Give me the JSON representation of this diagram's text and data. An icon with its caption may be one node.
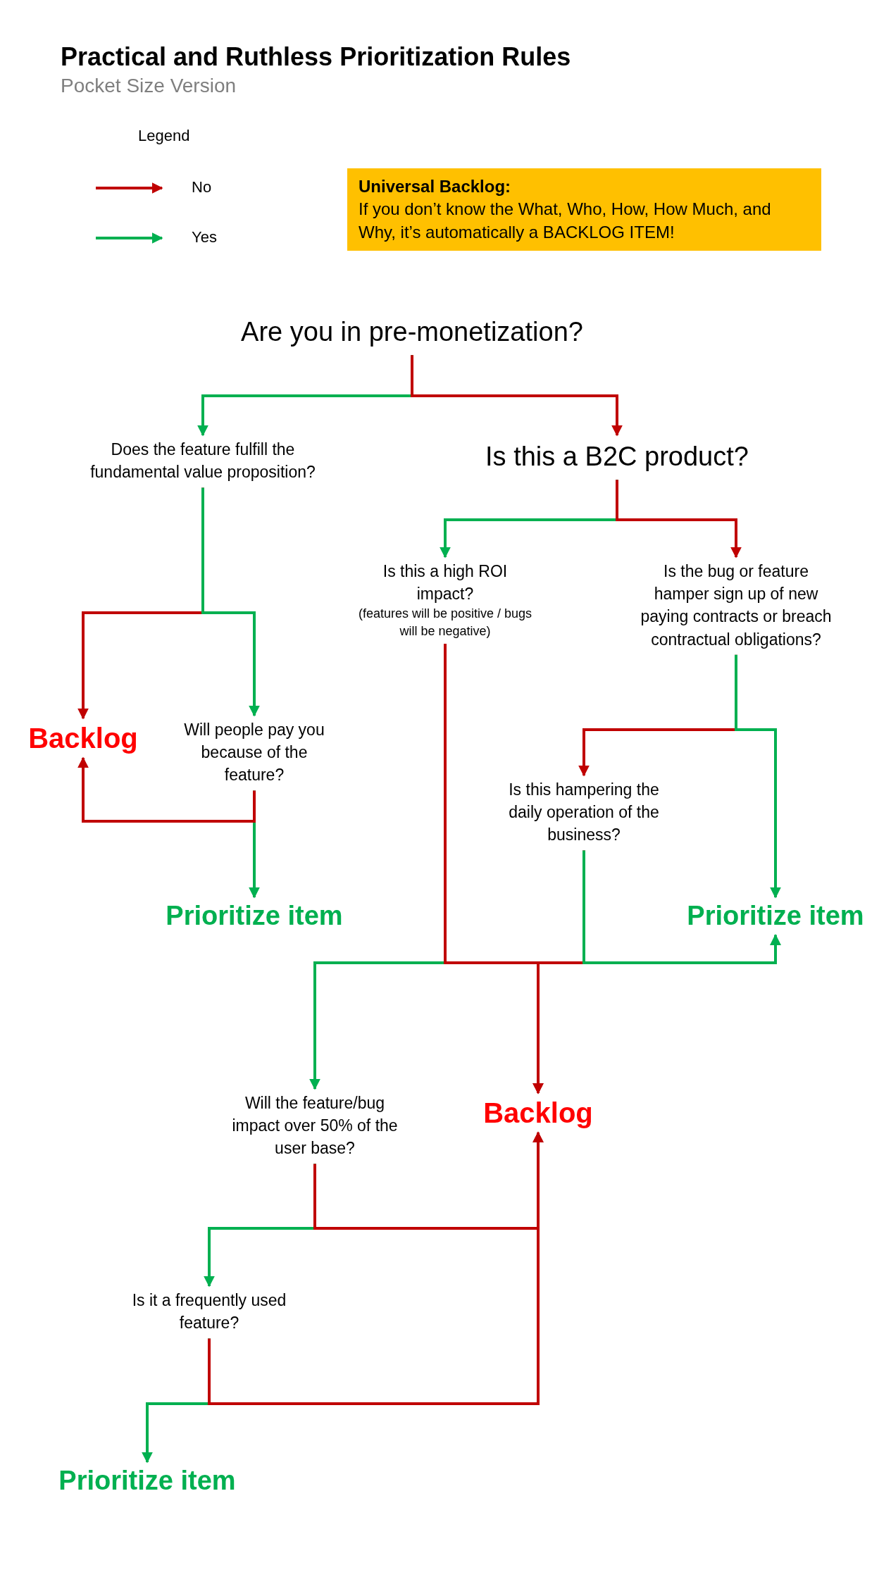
{
  "diagram": {
    "title": "Practical and Ruthless Prioritization Rules",
    "nodes": [
      {
        "text": [
          "Universal Backlog:",
          "If you don’t know the What, Who, How, How Much, and Why, it’s automatically a BACKLOG ITEM!"
        ]
      },
      {
        "text": [
          "Are you in pre-monetization?"
        ]
      },
      {
        "text": [
          "Does the feature fulfill the fundamental value proposition?"
        ]
      },
      {
        "text": [
          "Is this a B2C product?"
        ]
      },
      {
        "text": [
          "Is this a high ROI impact?",
          "(features will be positive / bugs will be negative)"
        ]
      },
      {
        "text": [
          "Is the bug or feature hamper sign up of new paying contracts or breach contractual obligations?"
        ]
      },
      {
        "text": [
          "Backlog"
        ]
      },
      {
        "text": [
          "Will people pay you because of the feature?"
        ]
      },
      {
        "text": [
          "Is this hampering the daily operation of the business?"
        ]
      },
      {
        "text": [
          "Prioritize item"
        ]
      },
      {
        "text": [
          "Prioritize item"
        ]
      },
      {
        "text": [
          "Will the feature/bug impact over 50% of the user base?"
        ]
      },
      {
        "text": [
          "Backlog"
        ]
      },
      {
        "text": [
          "Is it a frequently used feature?"
        ]
      },
      {
        "text": [
          "Prioritize item"
        ]
      }
    ],
    "edges": [
      {
        "from": 1,
        "to": 2,
        "arrow": "to",
        "color": "#00b050"
      },
      {
        "from": 1,
        "to": 3,
        "arrow": "to",
        "color": "#c00000"
      },
      {
        "from": 2,
        "to": 6,
        "arrow": "to",
        "color": "#c00000"
      },
      {
        "from": 2,
        "to": 7,
        "arrow": "to",
        "color": "#00b050"
      },
      {
        "from": 3,
        "to": 4,
        "arrow": "to",
        "color": "#00b050"
      },
      {
        "from": 3,
        "to": 5,
        "arrow": "to",
        "color": "#c00000"
      },
      {
        "from": 5,
        "to": 8,
        "arrow": "to",
        "color": "#c00000"
      },
      {
        "from": 5,
        "to": 10,
        "arrow": "to",
        "color": "#00b050"
      },
      {
        "from": 7,
        "to": 6,
        "arrow": "to",
        "color": "#c00000"
      },
      {
        "from": 7,
        "to": 9,
        "arrow": "to",
        "color": "#00b050"
      },
      {
        "from": 4,
        "to": 11,
        "arrow": "to",
        "color": "#00b050"
      },
      {
        "from": 4,
        "to": 12,
        "arrow": "to",
        "color": "#c00000"
      },
      {
        "from": 8,
        "to": 10,
        "arrow": "to",
        "color": "#00b050"
      },
      {
        "from": 8,
        "to": 12,
        "arrow": "to",
        "color": "#c00000"
      },
      {
        "from": 11,
        "to": 12,
        "arrow": "to",
        "color": "#c00000"
      },
      {
        "from": 11,
        "to": 13,
        "arrow": "to",
        "color": "#00b050"
      },
      {
        "from": 13,
        "to": 12,
        "arrow": "to",
        "color": "#c00000"
      },
      {
        "from": 13,
        "to": 14,
        "arrow": "to",
        "color": "#00b050"
      }
    ],
    "labels": [
      "Pocket Size Version",
      "Legend"
    ],
    "legend": [
      {
        "text": "No"
      },
      {
        "text": "Yes"
      }
    ]
  }
}
